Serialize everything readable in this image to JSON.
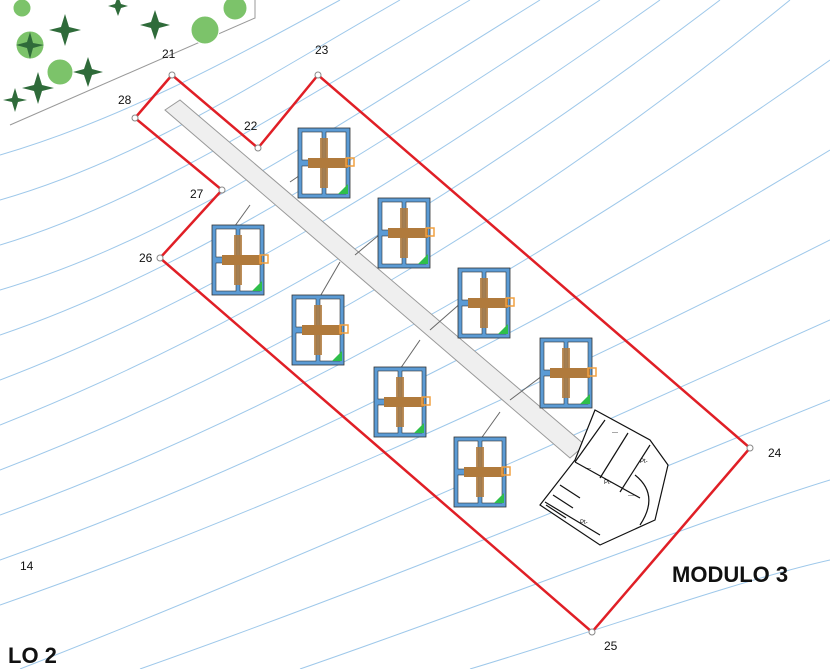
{
  "colors": {
    "boundary": "#e01f26",
    "contour": "#9ec8ea",
    "tree_dark": "#2f6b3a",
    "tree_light": "#7cc36a",
    "road": "#efefef",
    "roof_blue": "#5b9bd5",
    "deck_brown": "#b07a3c",
    "accent_orange": "#f0a040",
    "accent_green": "#2fbf4a"
  },
  "icons": {
    "tree": "palm-tree-icon",
    "vertex": "survey-point-icon",
    "cabin": "cabin-module-icon",
    "building": "main-building-icon"
  },
  "vertices": [
    {
      "id": "21",
      "label": "21"
    },
    {
      "id": "23",
      "label": "23"
    },
    {
      "id": "28",
      "label": "28"
    },
    {
      "id": "22",
      "label": "22"
    },
    {
      "id": "27",
      "label": "27"
    },
    {
      "id": "26",
      "label": "26"
    },
    {
      "id": "24",
      "label": "24"
    },
    {
      "id": "25",
      "label": "25"
    }
  ],
  "labels": {
    "module": "MODULO 3",
    "lot": "LO 2",
    "contour_14": "14"
  },
  "building_labels": [
    "---",
    "Pt-",
    "---",
    "Pt-",
    "---",
    "Pt-"
  ]
}
